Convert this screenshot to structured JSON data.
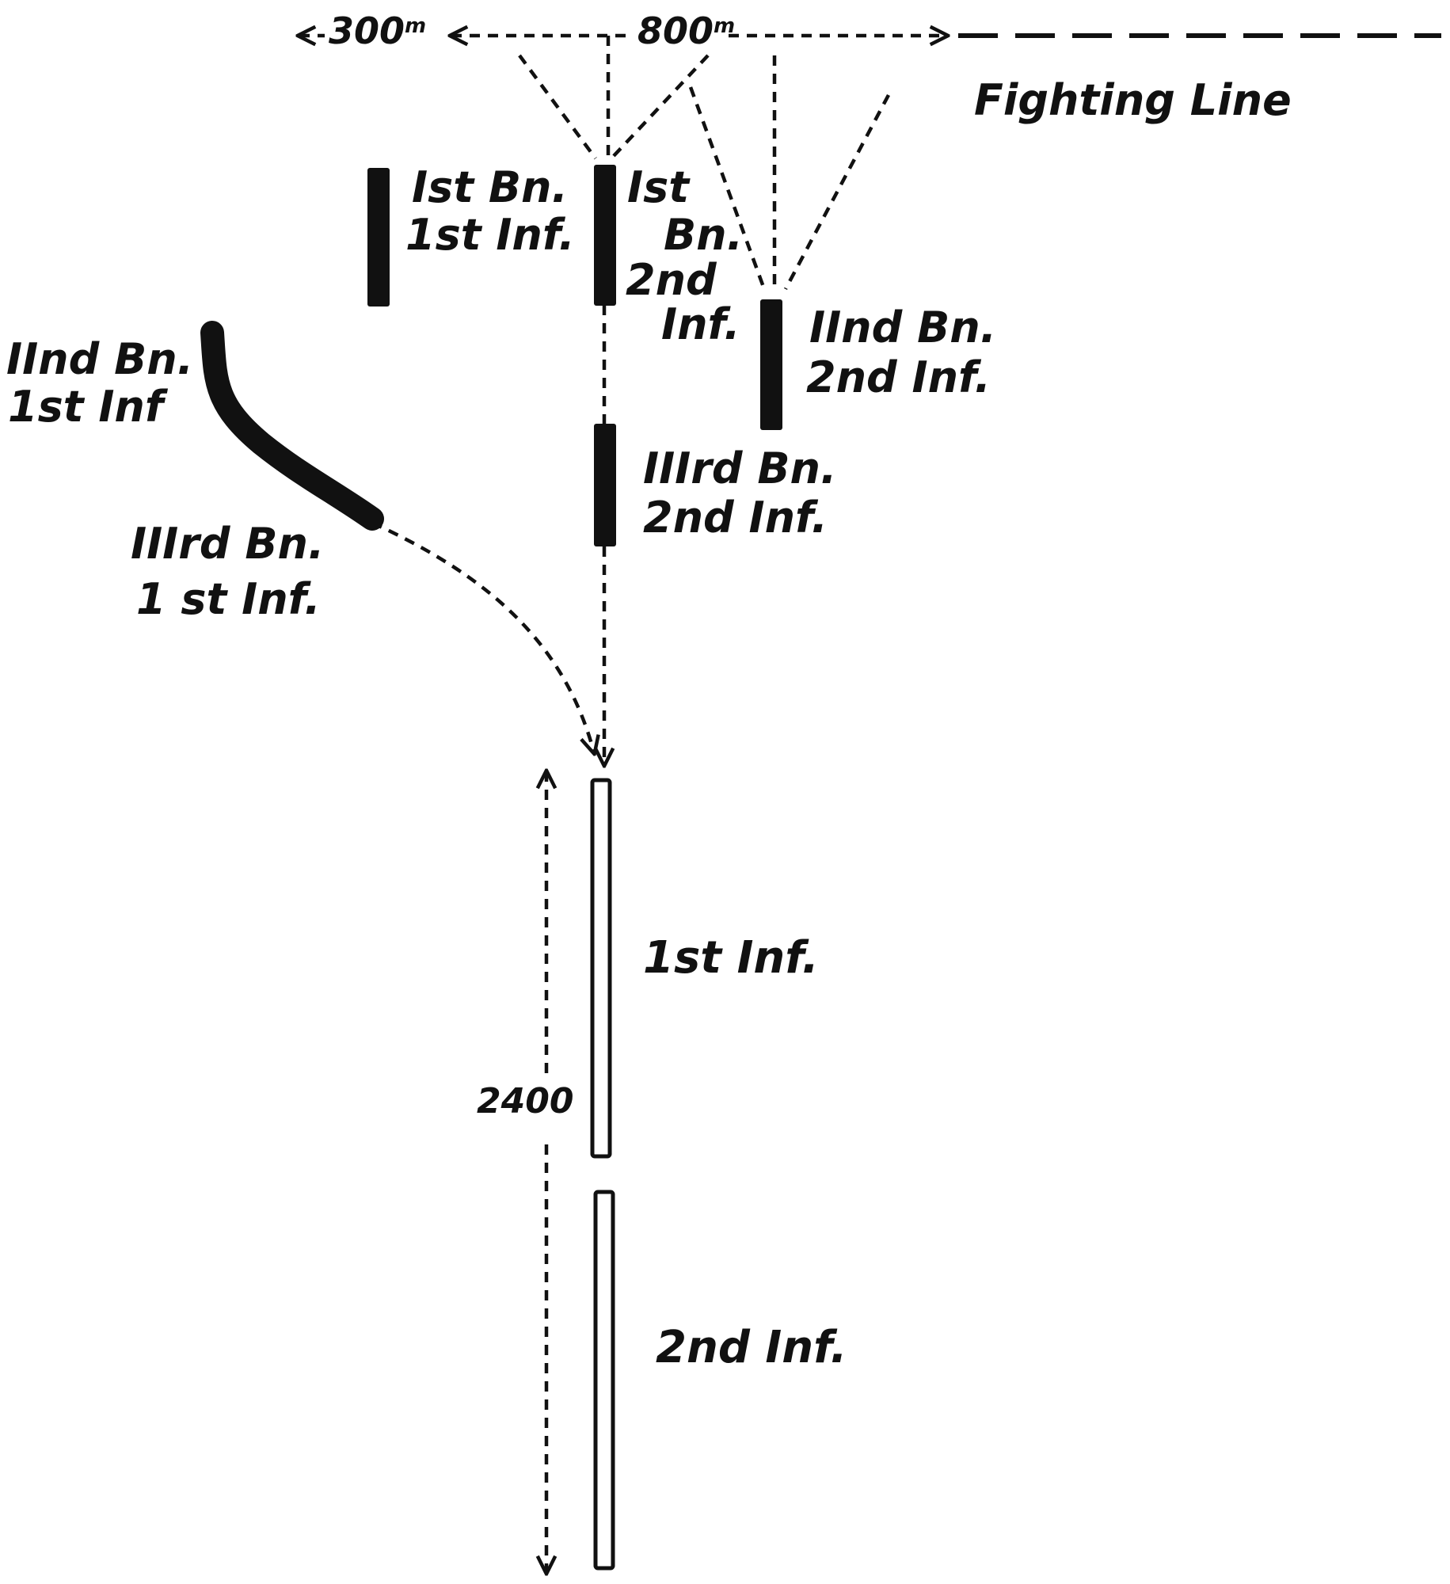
{
  "labels": {
    "dist_300": "300",
    "dist_800": "800",
    "dist_unit": "m",
    "fighting_line": "Fighting Line",
    "bn1_inf1": [
      "Ist Bn.",
      "1st Inf."
    ],
    "bn1_inf2": [
      "Ist",
      "Bn.",
      "2nd",
      "Inf."
    ],
    "bn2_inf1": [
      "IInd Bn.",
      "1st Inf"
    ],
    "bn2_inf2": [
      "IInd Bn.",
      "2nd Inf."
    ],
    "bn3_inf1": [
      "IIIrd Bn.",
      "1 st Inf."
    ],
    "bn3_inf2": [
      "IIIrd Bn.",
      "2nd Inf."
    ],
    "inf1_column": "1st Inf.",
    "inf2_column": "2nd Inf.",
    "depth_2400": "2400"
  },
  "colors": {
    "ink": "#111111",
    "paper": "#ffffff"
  }
}
